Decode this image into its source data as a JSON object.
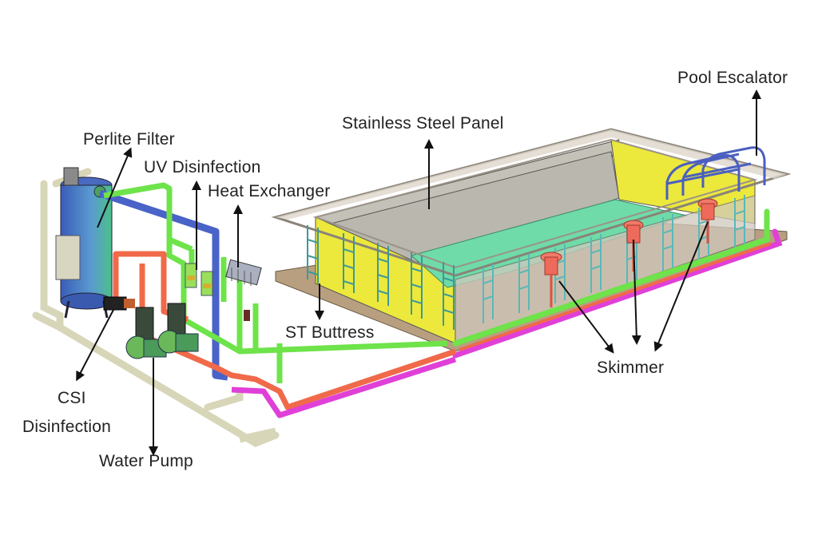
{
  "labels": {
    "pool_escalator": "Pool Escalator",
    "stainless_steel_panel": "Stainless Steel Panel",
    "perlite_filter": "Perlite Filter",
    "uv_disinfection": "UV Disinfection",
    "heat_exchanger": "Heat Exchanger",
    "st_buttress": "ST Buttress",
    "skimmer": "Skimmer",
    "csi_line1": "CSI",
    "csi_line2": "Disinfection",
    "water_pump": "Water Pump"
  },
  "colors": {
    "frame_top": "#d6cfc4",
    "floor": "#b89f7f",
    "inner_wall_yellow": "#ece83c",
    "back_wall": "#bdbab2",
    "water": "#6fdba8",
    "buttress": "#6fc8c8",
    "pipe_green": "#6ee34a",
    "pipe_magenta": "#e040d8",
    "pipe_red": "#f06a4a",
    "pipe_blue": "#4a63c8",
    "pipe_beige": "#e8e6c8",
    "escalator": "#5a6fc8",
    "skimmer": "#f07a6a",
    "filter_tank": "#5a7ac8"
  }
}
